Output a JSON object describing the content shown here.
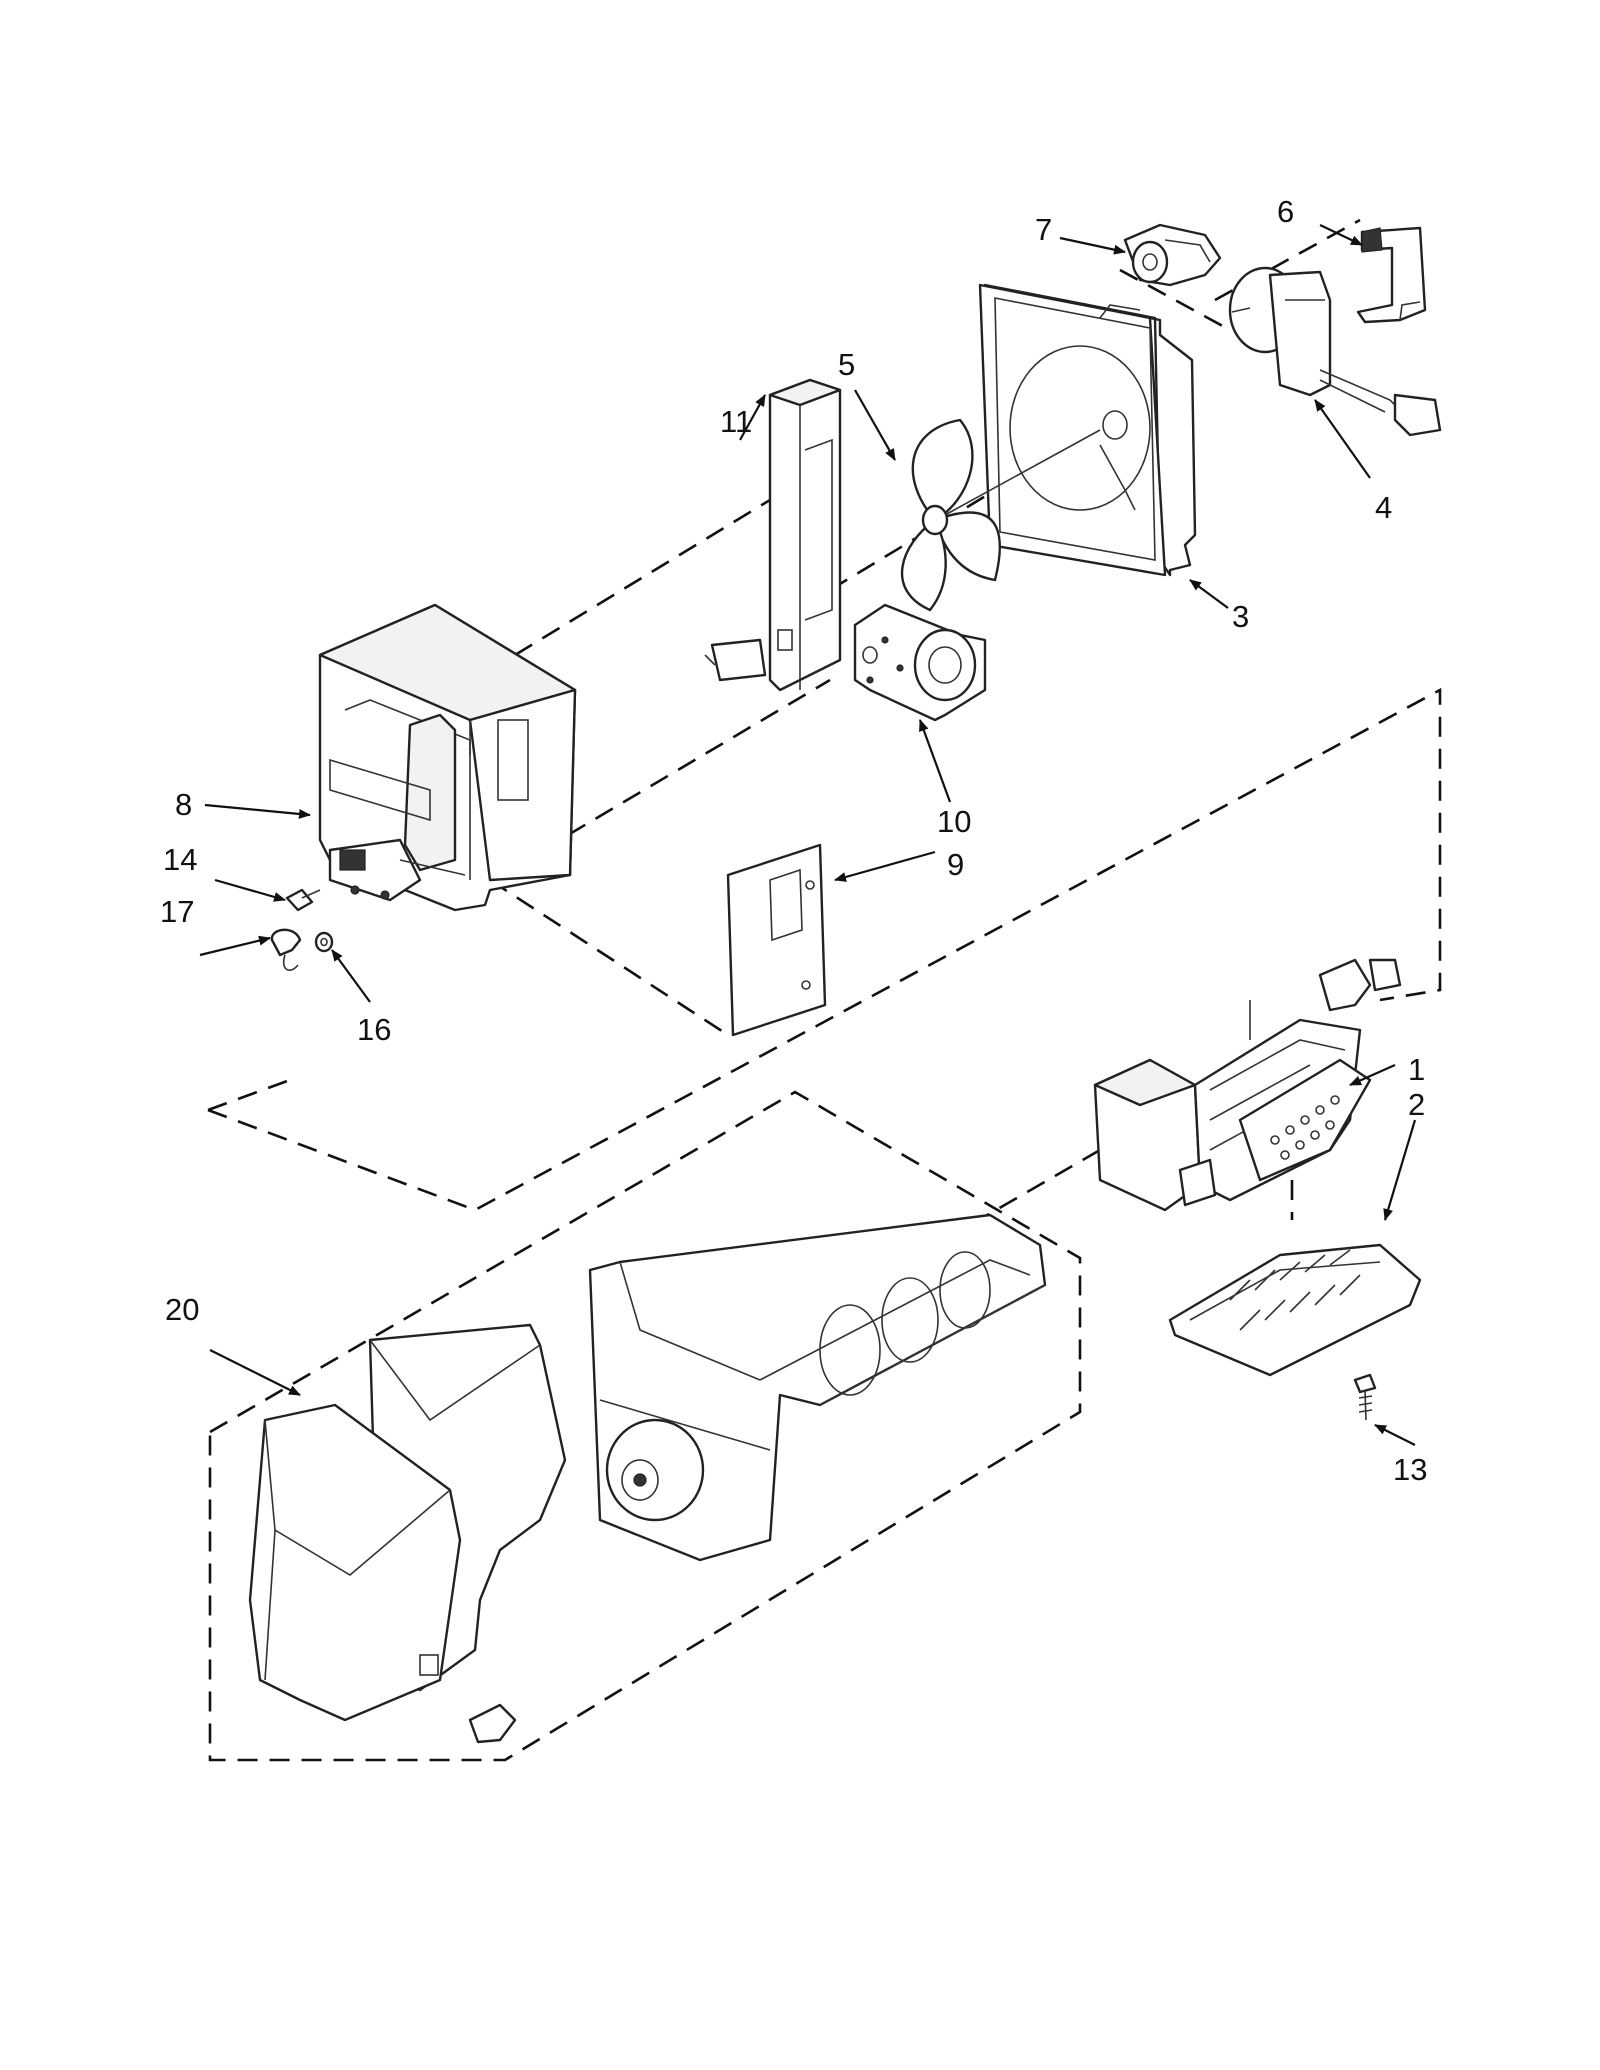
{
  "diagram": {
    "callouts": {
      "c1": "1",
      "c2": "2",
      "c3": "3",
      "c4": "4",
      "c5": "5",
      "c6": "6",
      "c7": "7",
      "c8": "8",
      "c9": "9",
      "c10": "10",
      "c11": "11",
      "c13": "13",
      "c14": "14",
      "c16": "16",
      "c17": "17",
      "c20": "20"
    }
  }
}
